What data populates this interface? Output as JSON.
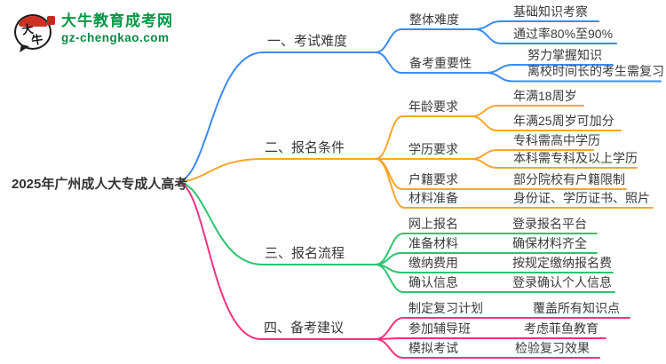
{
  "logo": {
    "title": "大牛教育成考网",
    "domain": "gz-chengkao.com",
    "icon_char_top": "大",
    "icon_char_bottom": "牛",
    "brand_color": "#009845"
  },
  "root": {
    "label": "2025年广州成人大专成人高考"
  },
  "branches": [
    {
      "label": "一、考试难度",
      "color": "#3a8cf0",
      "children": [
        {
          "label": "整体难度",
          "children": [
            {
              "label": "基础知识考察"
            },
            {
              "label": "通过率80%至90%"
            }
          ]
        },
        {
          "label": "备考重要性",
          "children": [
            {
              "label": "努力掌握知识"
            },
            {
              "label": "离校时间长的考生需复习"
            }
          ]
        }
      ]
    },
    {
      "label": "二、报名条件",
      "color": "#f7a62b",
      "children": [
        {
          "label": "年龄要求",
          "children": [
            {
              "label": "年满18周岁"
            },
            {
              "label": "年满25周岁可加分"
            }
          ]
        },
        {
          "label": "学历要求",
          "children": [
            {
              "label": "专科需高中学历"
            },
            {
              "label": "本科需专科及以上学历"
            }
          ]
        },
        {
          "label": "户籍要求",
          "children": [
            {
              "label": "部分院校有户籍限制"
            }
          ]
        },
        {
          "label": "材料准备",
          "children": [
            {
              "label": "身份证、学历证书、照片"
            }
          ]
        }
      ]
    },
    {
      "label": "三、报名流程",
      "color": "#2bc56d",
      "children": [
        {
          "label": "网上报名",
          "children": [
            {
              "label": "登录报名平台"
            }
          ]
        },
        {
          "label": "准备材料",
          "children": [
            {
              "label": "确保材料齐全"
            }
          ]
        },
        {
          "label": "缴纳费用",
          "children": [
            {
              "label": "按规定缴纳报名费"
            }
          ]
        },
        {
          "label": "确认信息",
          "children": [
            {
              "label": "登录确认个人信息"
            }
          ]
        }
      ]
    },
    {
      "label": "四、备考建议",
      "color": "#f5317f",
      "children": [
        {
          "label": "制定复习计划",
          "children": [
            {
              "label": "覆盖所有知识点"
            }
          ]
        },
        {
          "label": "参加辅导班",
          "children": [
            {
              "label": "考虑菲鱼教育"
            }
          ]
        },
        {
          "label": "模拟考试",
          "children": [
            {
              "label": "检验复习效果"
            }
          ]
        }
      ]
    }
  ]
}
